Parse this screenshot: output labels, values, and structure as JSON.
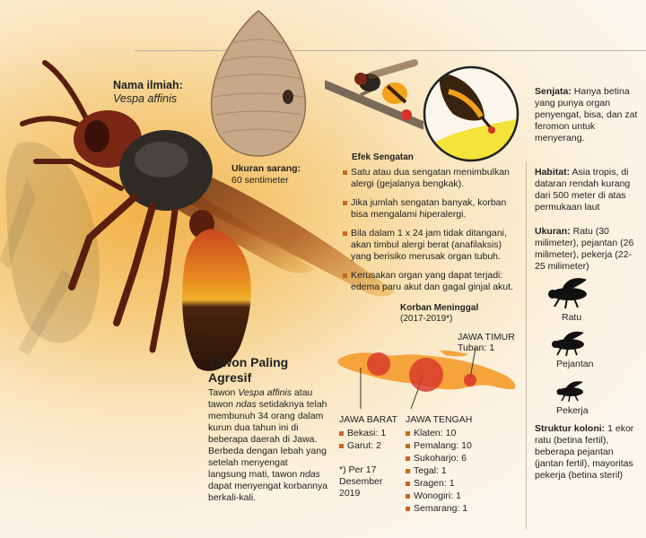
{
  "scientific": {
    "label": "Nama ilmiah:",
    "name": "Vespa affinis"
  },
  "nest": {
    "label": "Ukuran sarang:",
    "value": "60 sentimeter"
  },
  "sting_effects": {
    "title": "Efek Sengatan",
    "items": [
      "Satu atau dua sengatan menimbulkan alergi (gejalanya bengkak).",
      "Jika jumlah sengatan banyak, korban bisa mengalami hiperalergi.",
      "Bila dalam 1 x 24 jam tidak ditangani, akan timbul alergi berat (anafilaksis) yang berisiko merusak organ tubuh.",
      "Kerusakan organ yang dapat terjadi: edema paru akut dan gagal ginjal akut."
    ]
  },
  "senjata": {
    "label": "Senjata:",
    "text": "Hanya betina yang punya organ penyengat, bisa, dan zat feromon untuk menyerang."
  },
  "habitat": {
    "label": "Habitat:",
    "text": "Asia tropis, di dataran rendah kurang dari 500 meter di atas permukaan laut"
  },
  "ukuran": {
    "label": "Ukuran:",
    "text": "Ratu (30 milimeter), pejantan (26 milimeter), pekerja (22-25 milimeter)"
  },
  "castes": [
    {
      "label": "Ratu"
    },
    {
      "label": "Pejantan"
    },
    {
      "label": "Pekerja"
    }
  ],
  "colony": {
    "label": "Struktur koloni:",
    "text": "1 ekor ratu (betina fertil), beberapa pejantan (jantan fertil), mayoritas pekerja (betina steril)"
  },
  "deaths": {
    "title": "Korban Meninggal",
    "period": "(2017-2019*)"
  },
  "jawa_timur": {
    "title": "JAWA TIMUR",
    "items": [
      "Tuban: 1"
    ]
  },
  "jawa_barat": {
    "title": "JAWA BARAT",
    "items": [
      "Bekasi: 1",
      "Garut: 2"
    ]
  },
  "jawa_tengah": {
    "title": "JAWA TENGAH",
    "items": [
      "Klaten: 10",
      "Pemalang: 10",
      "Sukoharjo: 6",
      "Tegal: 1",
      "Sragen: 1",
      "Wonogiri: 1",
      "Semarang: 1"
    ]
  },
  "footnote": "*) Per 17 Desember 2019",
  "headline": {
    "title": "Tawon Paling Agresif"
  },
  "body": {
    "p1": "Tawon ",
    "p1_em": "Vespa affinis",
    "p2": " atau tawon ",
    "p2_em": "ndas",
    "p3": " setidaknya telah membunuh 34 orang dalam kurun dua tahun ini di beberapa daerah di Jawa. Berbeda dengan lebah yang setelah menyengat langsung mati, tawon ",
    "p3_em": "ndas",
    "p4": " dapat menyengat korbannya berkali-kali."
  },
  "colors": {
    "accent": "#c9671f",
    "map": "#f5a33b",
    "bubble": "#d8332b"
  }
}
